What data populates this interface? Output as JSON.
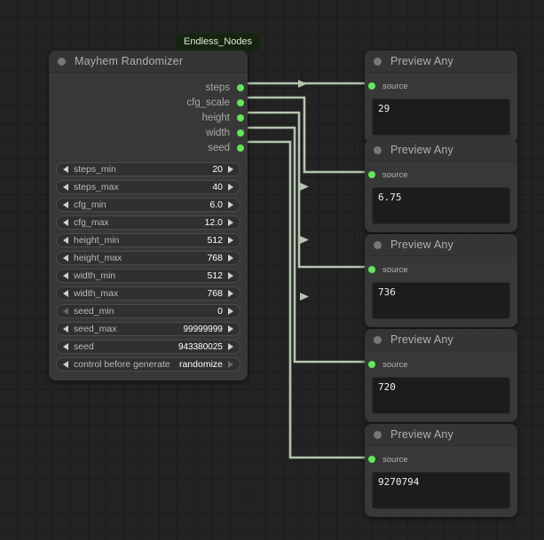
{
  "canvas": {
    "background_color": "#232323",
    "grid_color": "#1c1c1c",
    "link_color": "#b5c5b0"
  },
  "group": {
    "title": "Endless_Nodes",
    "color": "#16240f"
  },
  "randomizer_node": {
    "title": "Mayhem Randomizer",
    "outputs": [
      {
        "label": "steps"
      },
      {
        "label": "cfg_scale"
      },
      {
        "label": "height"
      },
      {
        "label": "width"
      },
      {
        "label": "seed"
      }
    ],
    "widgets": [
      {
        "name": "steps_min",
        "value": "20"
      },
      {
        "name": "steps_max",
        "value": "40"
      },
      {
        "name": "cfg_min",
        "value": "6.0"
      },
      {
        "name": "cfg_max",
        "value": "12.0"
      },
      {
        "name": "height_min",
        "value": "512"
      },
      {
        "name": "height_max",
        "value": "768"
      },
      {
        "name": "width_min",
        "value": "512"
      },
      {
        "name": "width_max",
        "value": "768"
      },
      {
        "name": "seed_min",
        "value": "0"
      },
      {
        "name": "seed_max",
        "value": "99999999"
      },
      {
        "name": "seed",
        "value": "943380025"
      },
      {
        "name": "control before generate",
        "value": "randomize"
      }
    ]
  },
  "preview_nodes": [
    {
      "title": "Preview Any",
      "input_label": "source",
      "value": "29"
    },
    {
      "title": "Preview Any",
      "input_label": "source",
      "value": "6.75"
    },
    {
      "title": "Preview Any",
      "input_label": "source",
      "value": "736"
    },
    {
      "title": "Preview Any",
      "input_label": "source",
      "value": "720"
    },
    {
      "title": "Preview Any",
      "input_label": "source",
      "value": "9270794"
    }
  ]
}
